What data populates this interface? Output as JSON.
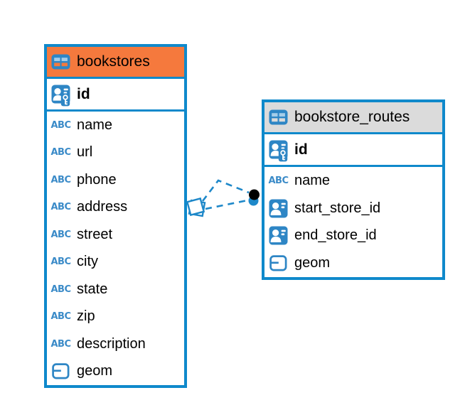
{
  "diagram": {
    "type": "entity-relationship",
    "icons": {
      "text_type_label": "ABC"
    },
    "tables": [
      {
        "name": "bookstores",
        "header_color": "#F5793D",
        "keys": [
          {
            "name": "id",
            "type": "primary-key"
          }
        ],
        "columns": [
          {
            "name": "name",
            "type": "text"
          },
          {
            "name": "url",
            "type": "text"
          },
          {
            "name": "phone",
            "type": "text"
          },
          {
            "name": "address",
            "type": "text"
          },
          {
            "name": "street",
            "type": "text"
          },
          {
            "name": "city",
            "type": "text"
          },
          {
            "name": "state",
            "type": "text"
          },
          {
            "name": "zip",
            "type": "text"
          },
          {
            "name": "description",
            "type": "text"
          },
          {
            "name": "geom",
            "type": "geometry"
          }
        ]
      },
      {
        "name": "bookstore_routes",
        "header_color": "#DBDBDB",
        "keys": [
          {
            "name": "id",
            "type": "primary-key"
          }
        ],
        "columns": [
          {
            "name": "name",
            "type": "text"
          },
          {
            "name": "start_store_id",
            "type": "reference"
          },
          {
            "name": "end_store_id",
            "type": "reference"
          },
          {
            "name": "geom",
            "type": "geometry"
          }
        ]
      }
    ],
    "connector": {
      "style": "dashed",
      "color": "#1E88C9",
      "line_count": 2,
      "source_glyph": "stacked-squares",
      "target_glyph": "filled-dot"
    },
    "colors": {
      "table_border": "#0F89CB",
      "icon_blue": "#2E86C5",
      "selected_header": "#F5793D",
      "gray_header": "#DBDBDB",
      "background": "#FFFFFF",
      "text": "#000000"
    }
  }
}
